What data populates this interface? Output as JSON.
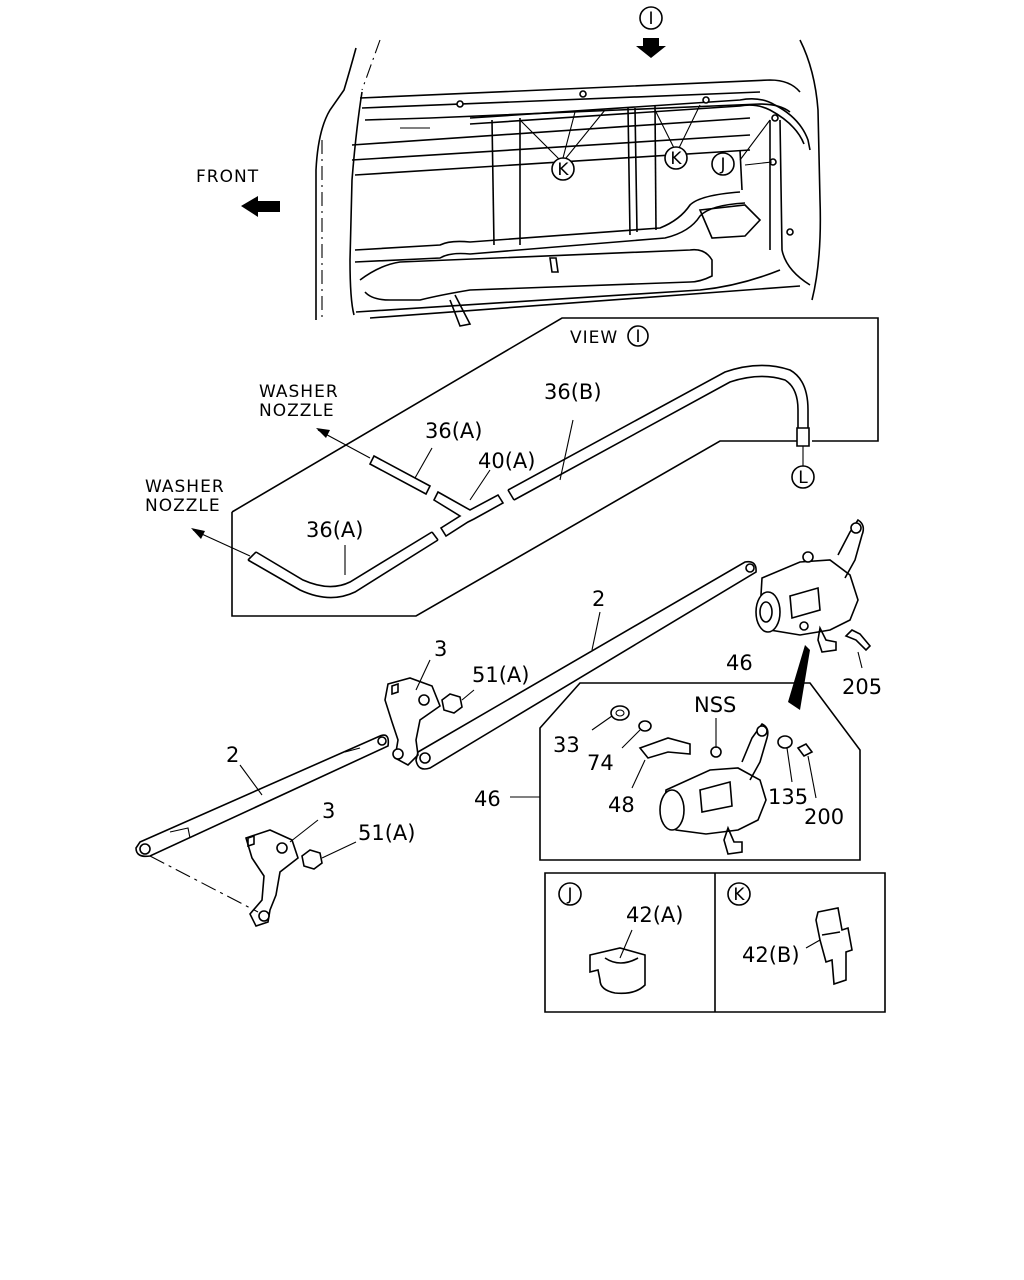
{
  "callouts": {
    "view_i": "I",
    "view_label": "VIEW",
    "k1": "K",
    "k2": "K",
    "j": "J",
    "l": "L",
    "box_j": "J",
    "box_k": "K"
  },
  "labels": {
    "front": "FRONT",
    "washer_nozzle_1a": "WASHER",
    "washer_nozzle_1b": "NOZZLE",
    "washer_nozzle_2a": "WASHER",
    "washer_nozzle_2b": "NOZZLE",
    "hose_36a_top": "36(A)",
    "hose_36b": "36(B)",
    "joint_40a": "40(A)",
    "hose_36a_bottom": "36(A)",
    "link_2_upper": "2",
    "link_2_lower": "2",
    "pivot_3_upper": "3",
    "pivot_3_lower": "3",
    "nut_51a_upper": "51(A)",
    "nut_51a_lower": "51(A)",
    "motor_46_top": "46",
    "motor_46_box": "46",
    "bolt_205": "205",
    "nss": "NSS",
    "part_33": "33",
    "part_74": "74",
    "part_48": "48",
    "part_135": "135",
    "part_200": "200",
    "clip_42a": "42(A)",
    "clip_42b": "42(B)"
  }
}
